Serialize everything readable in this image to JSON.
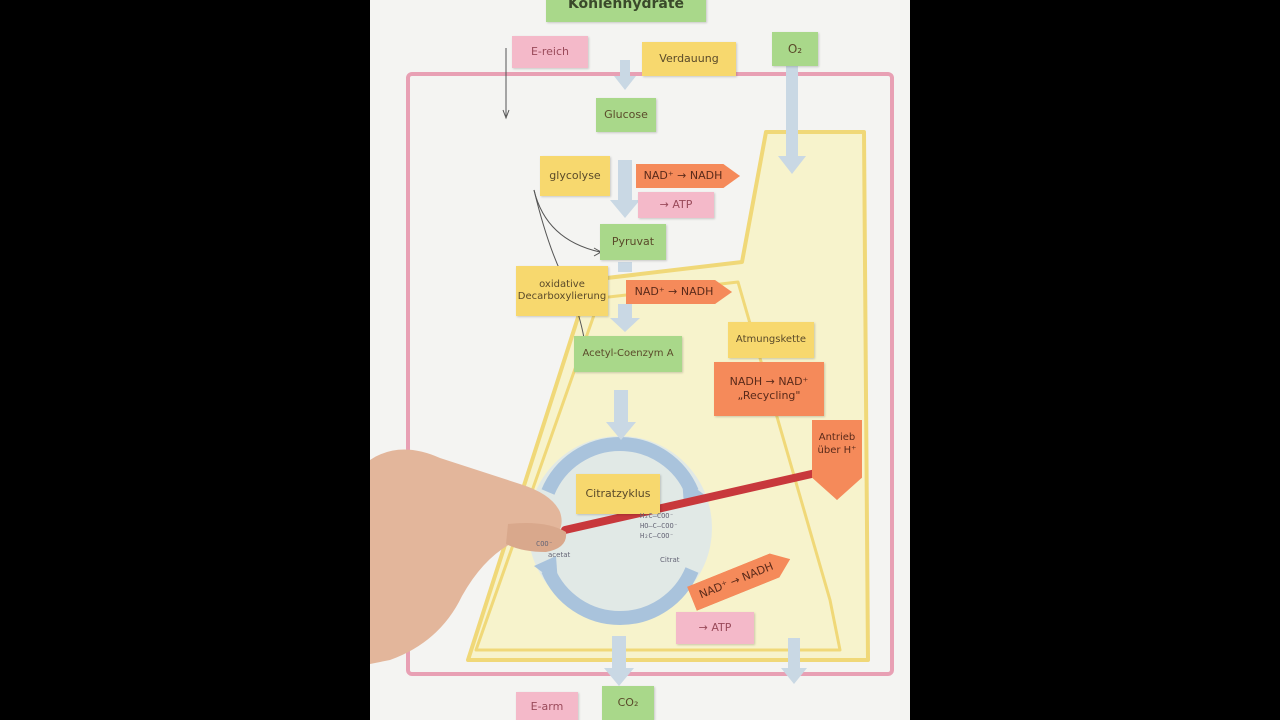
{
  "title": "Kohlenhydrate",
  "notes": {
    "e_reich": "E-reich",
    "verdauung": "Verdauung",
    "o2": "O₂",
    "glucose": "Glucose",
    "glycolyse": "glycolyse",
    "nad_glycolyse": "NAD⁺ → NADH",
    "atp_glycolyse": "→ ATP",
    "pyruvat": "Pyruvat",
    "oxidative": "oxidative\nDecarboxylierung",
    "nad_oxidative": "NAD⁺ → NADH",
    "acetyl": "Acetyl-Coenzym A",
    "atmungskette": "Atmungskette",
    "recycling": "NADH → NAD⁺\n„Recycling\"",
    "antrieb": "Antrieb\nüber H⁺",
    "citratzyklus": "Citratzyklus",
    "nad_citrat": "NAD⁺ → NADH",
    "atp_citrat": "→ ATP",
    "e_arm": "E-arm",
    "co2": "CO₂"
  },
  "chemistry": {
    "structure": "H₂C—COO⁻\nHO—C—COO⁻\nH₂C—COO⁻",
    "citrat_label": "Citrat",
    "left_fragment": "COO⁻",
    "left_label": "acetat"
  },
  "colors": {
    "note_green": "#a9d88a",
    "note_yellow": "#f7d86e",
    "note_pink": "#f4b9c9",
    "note_orange": "#f58a5a",
    "cell_border": "#e8a0b4",
    "mito_border": "#f0d878",
    "mito_fill": "#f7f3cc",
    "flow_arrow": "#c9d8e4",
    "cycle": "#a9c3dc",
    "pen": "#c8383c"
  }
}
